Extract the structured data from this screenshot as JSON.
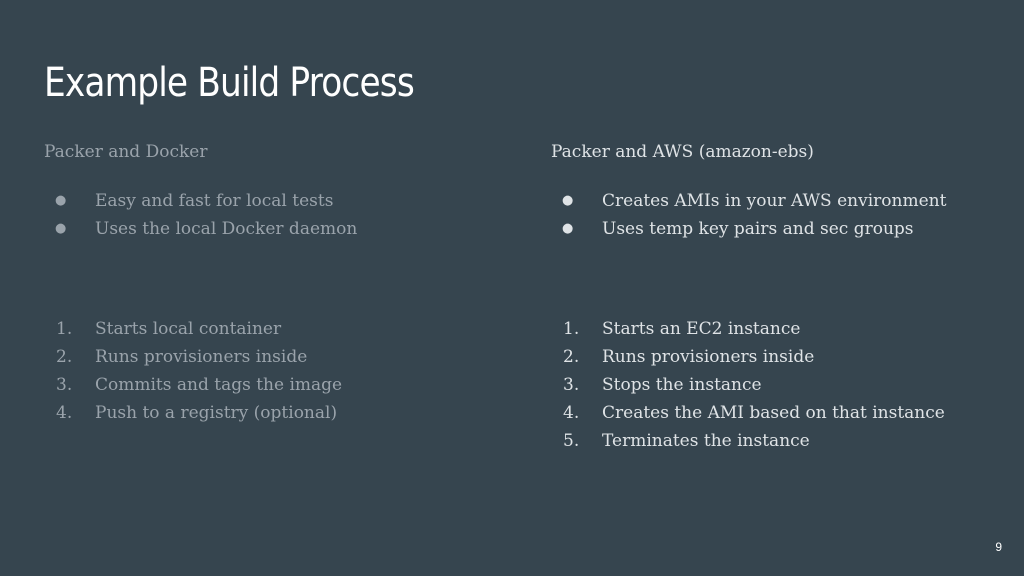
{
  "slide": {
    "title": "Example Build Process",
    "page_number": "9"
  },
  "left": {
    "heading": "Packer and Docker",
    "bullets": [
      "Easy and fast for local tests",
      "Uses the local Docker daemon"
    ],
    "steps": [
      "Starts local container",
      "Runs provisioners inside",
      "Commits and tags the image",
      "Push to a registry (optional)"
    ]
  },
  "right": {
    "heading": "Packer and AWS (amazon-ebs)",
    "bullets": [
      "Creates AMIs in your AWS environment",
      "Uses temp key pairs and sec groups"
    ],
    "steps": [
      "Starts an EC2 instance",
      "Runs provisioners inside",
      "Stops the instance",
      "Creates the AMI based on that instance",
      "Terminates the instance"
    ]
  },
  "colors": {
    "background": "#36454f",
    "title": "#ffffff",
    "left_text": "#9aa3ab",
    "right_text": "#dfe3e6"
  },
  "icons": {
    "bullet": "filled-circle"
  }
}
